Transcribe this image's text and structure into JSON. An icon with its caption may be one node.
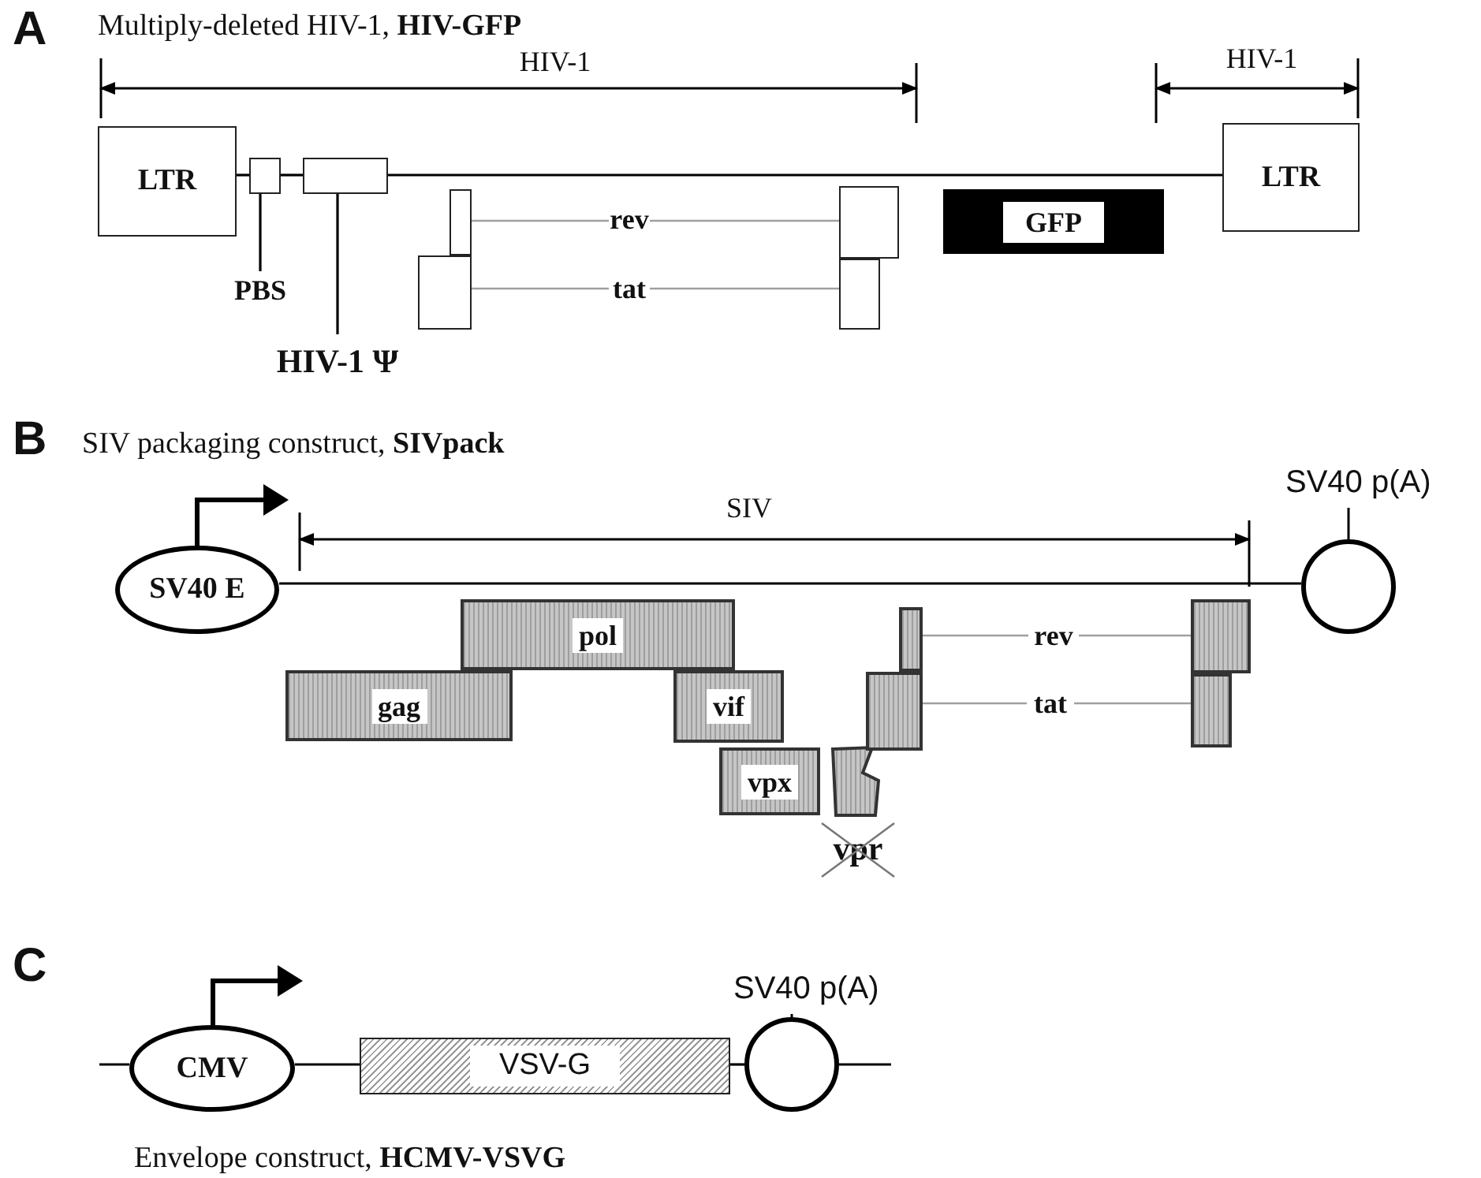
{
  "diagram": {
    "nodes": [
      {
        "text": [
          "LTR"
        ]
      },
      {
        "text": [],
        "shape": "box"
      },
      {
        "text": [],
        "shape": "box"
      },
      {
        "text": [
          "PBS"
        ]
      },
      {
        "text": [
          "HIV-1 Ψ"
        ]
      },
      {
        "text": [],
        "shape": "box"
      },
      {
        "text": [],
        "shape": "box"
      },
      {
        "text": [
          "rev"
        ]
      },
      {
        "text": [
          "tat"
        ]
      },
      {
        "text": [],
        "shape": "box"
      },
      {
        "text": [],
        "shape": "box"
      },
      {
        "text": [
          "GFP"
        ]
      },
      {
        "text": [
          "LTR"
        ]
      },
      {
        "text": [
          "SV40 E"
        ]
      },
      {
        "text": [
          "pol"
        ]
      },
      {
        "text": [
          "gag"
        ]
      },
      {
        "text": [
          "vif"
        ]
      },
      {
        "text": [
          "vpx"
        ]
      },
      {
        "text": [],
        "shape": "box",
        "beside": [
          "vpr"
        ]
      },
      {
        "text": [],
        "shape": "box"
      },
      {
        "text": [],
        "shape": "box"
      },
      {
        "text": [
          "rev"
        ]
      },
      {
        "text": [
          "tat"
        ]
      },
      {
        "text": [],
        "shape": "box"
      },
      {
        "text": [],
        "shape": "box"
      },
      {
        "text": [
          "SV40 p(A)"
        ]
      },
      {
        "text": [
          "CMV"
        ]
      },
      {
        "text": [
          "VSV-G"
        ]
      },
      {
        "text": [
          "SV40 p(A)"
        ]
      }
    ],
    "edges": [
      {
        "from": 0,
        "to": 1,
        "arrow": "none"
      },
      {
        "from": 1,
        "to": 2,
        "arrow": "none"
      },
      {
        "from": 2,
        "to": 12,
        "arrow": "none"
      },
      {
        "from": 3,
        "to": 1,
        "arrow": "none"
      },
      {
        "from": 4,
        "to": 2,
        "arrow": "none"
      },
      {
        "from": 7,
        "to": 5,
        "arrow": "none",
        "color": "#a0a0a0"
      },
      {
        "from": 7,
        "to": 9,
        "arrow": "none",
        "color": "#a0a0a0"
      },
      {
        "from": 8,
        "to": 6,
        "arrow": "none",
        "color": "#a0a0a0"
      },
      {
        "from": 8,
        "to": 10,
        "arrow": "none",
        "color": "#a0a0a0"
      },
      {
        "from": 13,
        "to": 25,
        "arrow": "none"
      },
      {
        "from": 21,
        "to": 19,
        "arrow": "none",
        "color": "#a0a0a0"
      },
      {
        "from": 21,
        "to": 23,
        "arrow": "none",
        "color": "#a0a0a0"
      },
      {
        "from": 22,
        "to": 20,
        "arrow": "none",
        "color": "#a0a0a0"
      },
      {
        "from": 22,
        "to": 24,
        "arrow": "none",
        "color": "#a0a0a0"
      },
      {
        "from": null,
        "to": 26,
        "arrow": "none"
      },
      {
        "from": 26,
        "to": 27,
        "arrow": "none"
      },
      {
        "from": 27,
        "to": 28,
        "arrow": "none"
      },
      {
        "from": 28,
        "to": null,
        "arrow": "none"
      }
    ],
    "labels": [
      "A",
      "Multiply-deleted HIV-1, **HIV-GFP**",
      "HIV-1",
      "HIV-1",
      "B",
      "SIV packaging construct, **SIVpack**",
      "SIV",
      "C",
      "Envelope construct, **HCMV-VSVG**"
    ]
  }
}
